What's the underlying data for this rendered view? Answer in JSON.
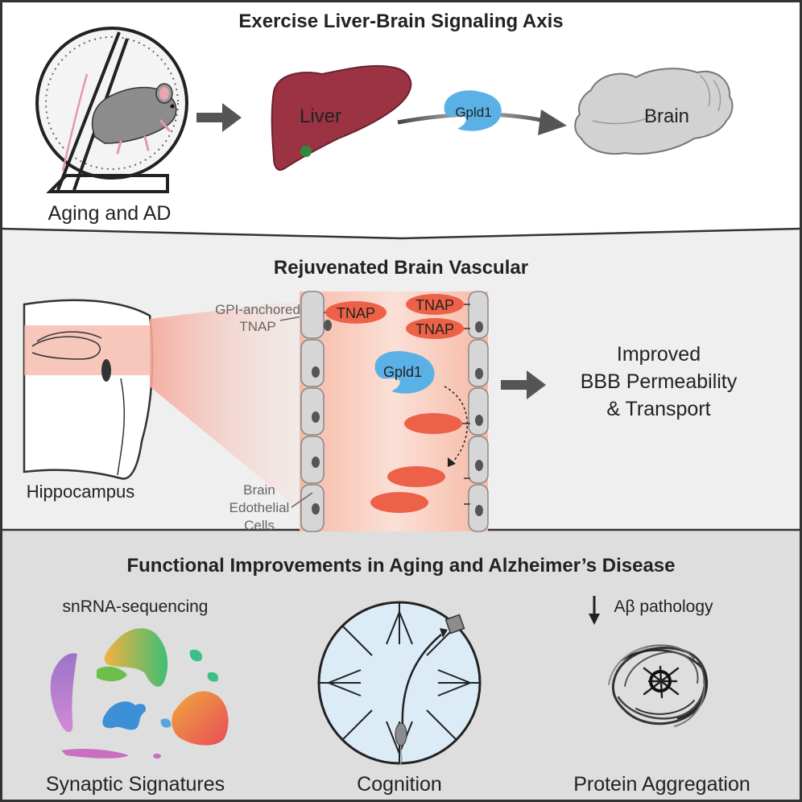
{
  "panels": {
    "top": {
      "title": "Exercise Liver-Brain Signaling Axis",
      "mouse_caption": "Aging and AD",
      "liver_label": "Liver",
      "protein_label": "Gpld1",
      "brain_label": "Brain"
    },
    "middle": {
      "title": "Rejuvenated Brain Vascular",
      "hippocampus_label": "Hippocampus",
      "gpi_label_line1": "GPI-anchored",
      "gpi_label_line2": "TNAP",
      "tnap_labels": [
        "TNAP",
        "TNAP",
        "TNAP"
      ],
      "protein_label": "Gpld1",
      "endo_label_line1": "Brain",
      "endo_label_line2": "Edothelial",
      "endo_label_line3": "Cells",
      "outcome_line1": "Improved",
      "outcome_line2": "BBB Permeability",
      "outcome_line3": "& Transport"
    },
    "bottom": {
      "title": "Functional Improvements in Aging and Alzheimer’s Disease",
      "snrna_label": "snRNA-sequencing",
      "abeta_label": "Aβ pathology",
      "caption_left": "Synaptic Signatures",
      "caption_center": "Cognition",
      "caption_right": "Protein Aggregation"
    }
  },
  "colors": {
    "border": "#333333",
    "panel_mid": "#efefef",
    "panel_bottom": "#dedede",
    "liver": "#9b3342",
    "gallbladder": "#2e8b3e",
    "gpld1": "#5ab1e6",
    "brain": "#d2d2d2",
    "tnap": "#ee6149",
    "vessel": "#f8c7b6",
    "arrow": "#555555",
    "maze": "#dcecf7"
  },
  "icons": [
    "running-wheel-icon",
    "mouse-icon",
    "liver-icon",
    "brain-icon",
    "brain-section-icon",
    "blood-vessel-icon",
    "radial-maze-icon",
    "amyloid-plaque-icon",
    "umap-plot-icon",
    "down-arrow-icon"
  ]
}
